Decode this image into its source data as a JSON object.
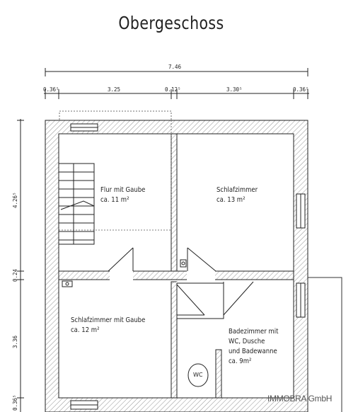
{
  "title": "Obergeschoss",
  "dimensions": {
    "total_width": "7.46",
    "wall_left": "0.36⁵",
    "room_left": "3.25",
    "inner_wall": "0.12⁵",
    "room_right": "3.30⁵",
    "wall_right": "0.36⁵",
    "left_upper": "4.26⁵",
    "left_middle": "0.24",
    "left_lower": "3.36",
    "left_bottom": "0.36⁵"
  },
  "rooms": {
    "flur": {
      "line1": "Flur mit Gaube",
      "line2": "ca. 11 m²"
    },
    "schlafzimmer": {
      "line1": "Schlafzimmer",
      "line2": "ca. 13 m²"
    },
    "schlafzimmer_gaube": {
      "line1": "Schlafzimmer mit Gaube",
      "line2": "ca. 12 m²"
    },
    "badezimmer": {
      "line1": "Badezimmer mit",
      "line2": "WC, Dusche",
      "line3": "und Badewanne",
      "line4": "ca. 9m²"
    }
  },
  "fixtures": {
    "wc_label": "WC"
  },
  "watermark": "IMMOBRA GmbH"
}
